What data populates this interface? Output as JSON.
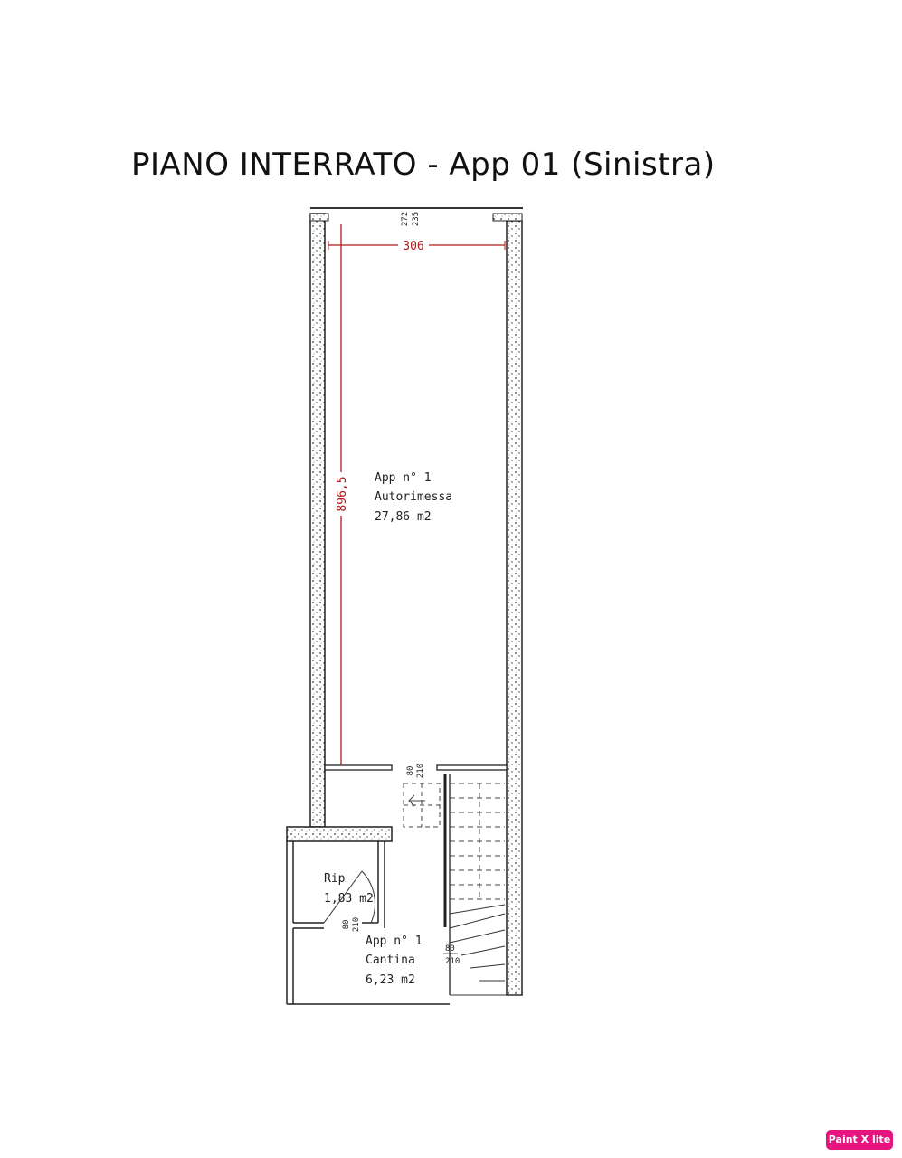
{
  "title": "PIANO INTERRATO - App 01 (Sinistra)",
  "colors": {
    "wall_hatch": "#333333",
    "dimension": "#b01b1b",
    "watermark_bg": "#e6147f"
  },
  "dimensions": {
    "width": "306",
    "length": "896,5",
    "top_a": "272",
    "top_b": "235"
  },
  "rooms": {
    "garage": {
      "line1": "App n° 1",
      "line2": "Autorimessa",
      "area": "27,86 m2"
    },
    "rip": {
      "name": "Rip",
      "area": "1,83 m2"
    },
    "cantina": {
      "line1": "App n° 1",
      "line2": "Cantina",
      "area": "6,23 m2"
    }
  },
  "doors": {
    "garage_door": {
      "w": "80",
      "h": "210"
    },
    "rip_door": {
      "w": "80",
      "h": "210"
    },
    "cantina_door": {
      "w": "80",
      "h": "210"
    }
  },
  "watermark": "Paint X lite"
}
